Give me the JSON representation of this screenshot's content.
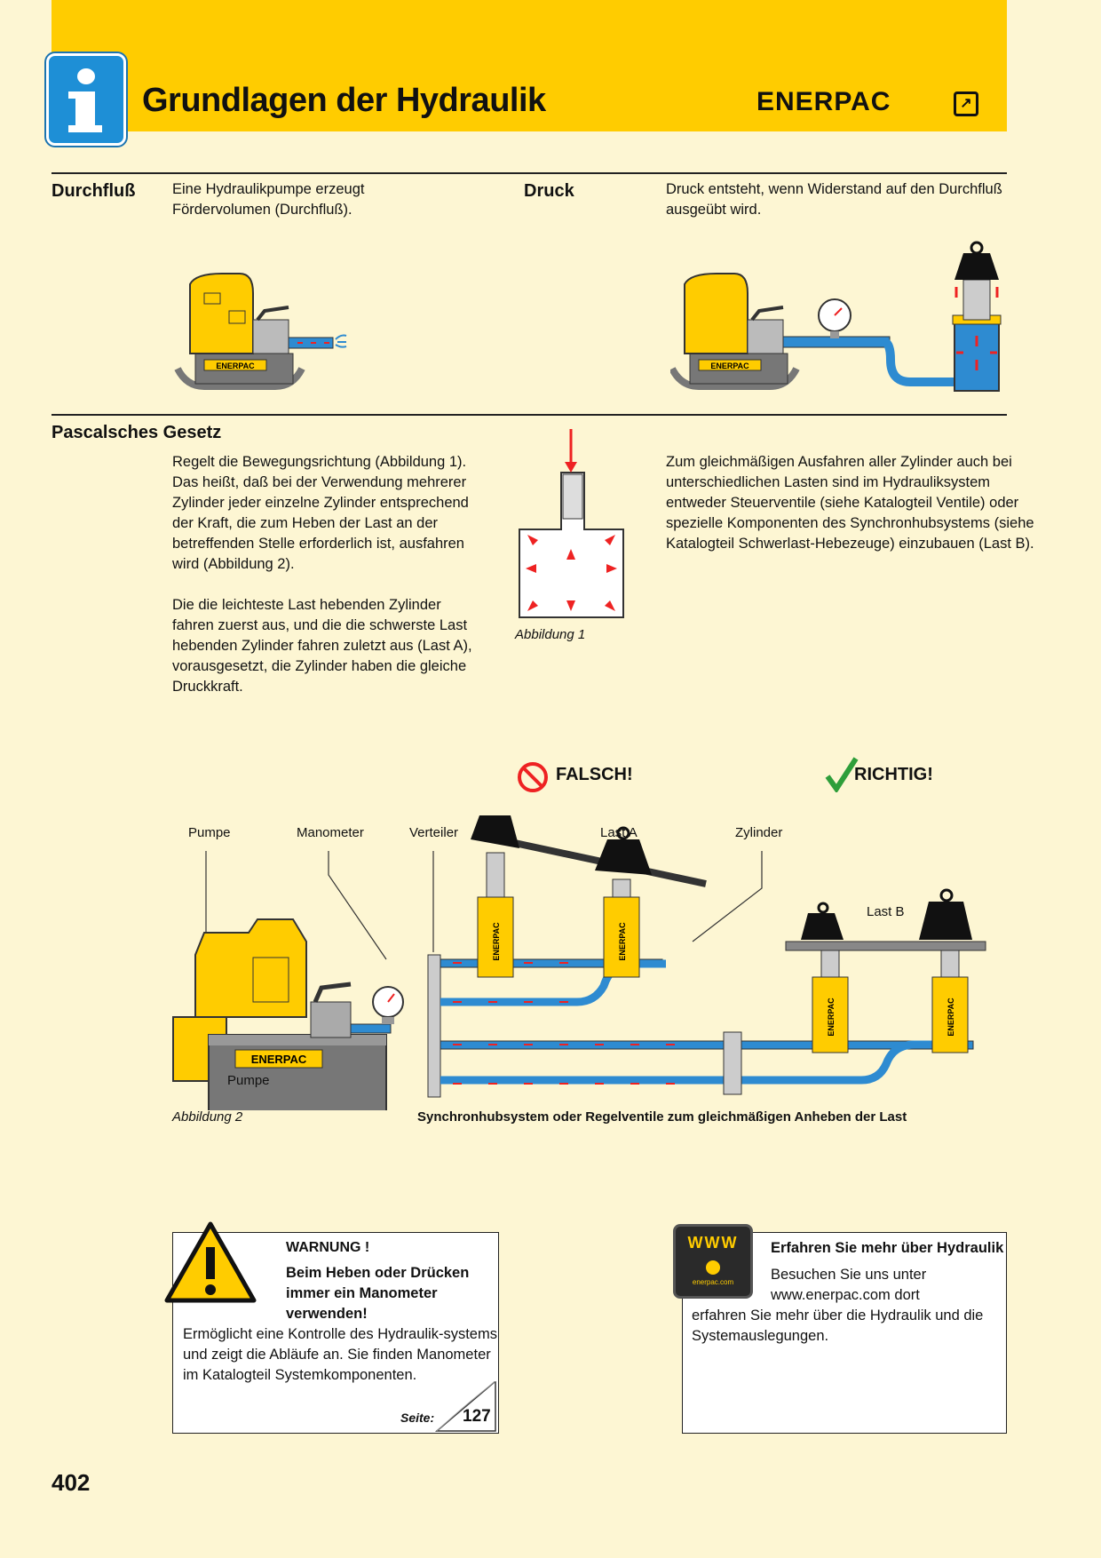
{
  "header": {
    "title": "Grundlagen der Hydraulik",
    "logo_text": "ENERPAC",
    "info_icon": "info-icon"
  },
  "durchfluss": {
    "heading": "Durchfluß",
    "text_lines": [
      "Eine Hydraulikpumpe erzeugt",
      "Fördervolumen (Durchfluß)."
    ],
    "pump_label": "ENERPAC"
  },
  "druck": {
    "heading": "Druck",
    "text_lines": [
      "Druck entsteht, wenn Widerstand auf den Durchfluß",
      "ausgeübt wird."
    ],
    "pump_label": "ENERPAC"
  },
  "pascal": {
    "heading": "Pascalsches Gesetz",
    "left_lines": [
      "Regelt die Bewegungsrichtung (Abbildung 1).",
      "Das heißt, daß bei der Verwendung mehrerer",
      "Zylinder jeder einzelne Zylinder entsprechend",
      "der Kraft, die zum Heben der Last an der",
      "betreffenden Stelle erforderlich ist, ausfahren",
      "wird (Abbildung 2)."
    ],
    "left_lines_2": [
      "Die die leichteste Last hebenden Zylinder",
      "fahren zuerst aus, und die die schwerste Last",
      "hebenden Zylinder fahren zuletzt aus (Last A),",
      "vorausgesetzt, die Zylinder haben die gleiche",
      "Druckkraft."
    ],
    "figure1_caption": "Abbildung 1",
    "right_lines": [
      "Zum gleichmäßigen Ausfahren aller Zylinder auch bei",
      "unterschiedlichen Lasten sind im Hydrauliksystem",
      "entweder Steuerventile (siehe Katalogteil Ventile) oder",
      "spezielle Komponenten des Synchronhubsystems (siehe",
      "Katalogteil Schwerlast-Hebezeuge) einzubauen (Last B)."
    ]
  },
  "figure2": {
    "falsch": "FALSCH!",
    "richtig": "RICHTIG!",
    "labels": {
      "pumpe": "Pumpe",
      "manometer": "Manometer",
      "verteiler": "Verteiler",
      "last_a": "Last A",
      "zylinder": "Zylinder",
      "last_b": "Last B",
      "pumpe_bottom": "Pumpe"
    },
    "pump_label": "ENERPAC",
    "cylinder_label": "ENERPAC",
    "caption": "Abbildung 2",
    "sync_caption": "Synchronhubsystem oder Regelventile zum gleichmäßigen Anheben der Last"
  },
  "warning": {
    "title": "WARNUNG !",
    "bold_lines": [
      "Beim Heben oder Drücken",
      "immer ein Manometer",
      "verwenden!"
    ],
    "text_lines": [
      "Ermöglicht eine Kontrolle des Hydraulik-systems",
      "und zeigt die Abläufe an. Sie finden Manometer",
      "im Katalogteil Systemkomponenten."
    ],
    "seite_label": "Seite:",
    "seite_number": "127"
  },
  "web": {
    "icon_text": "WWW",
    "icon_sub": "enerpac.com",
    "title": "Erfahren Sie mehr über Hydraulik",
    "lines_right": [
      "Besuchen Sie uns unter",
      "www.enerpac.com dort"
    ],
    "lines_full": [
      "erfahren Sie mehr über die Hydraulik und die",
      "Systemauslegungen."
    ]
  },
  "page_number": "402"
}
